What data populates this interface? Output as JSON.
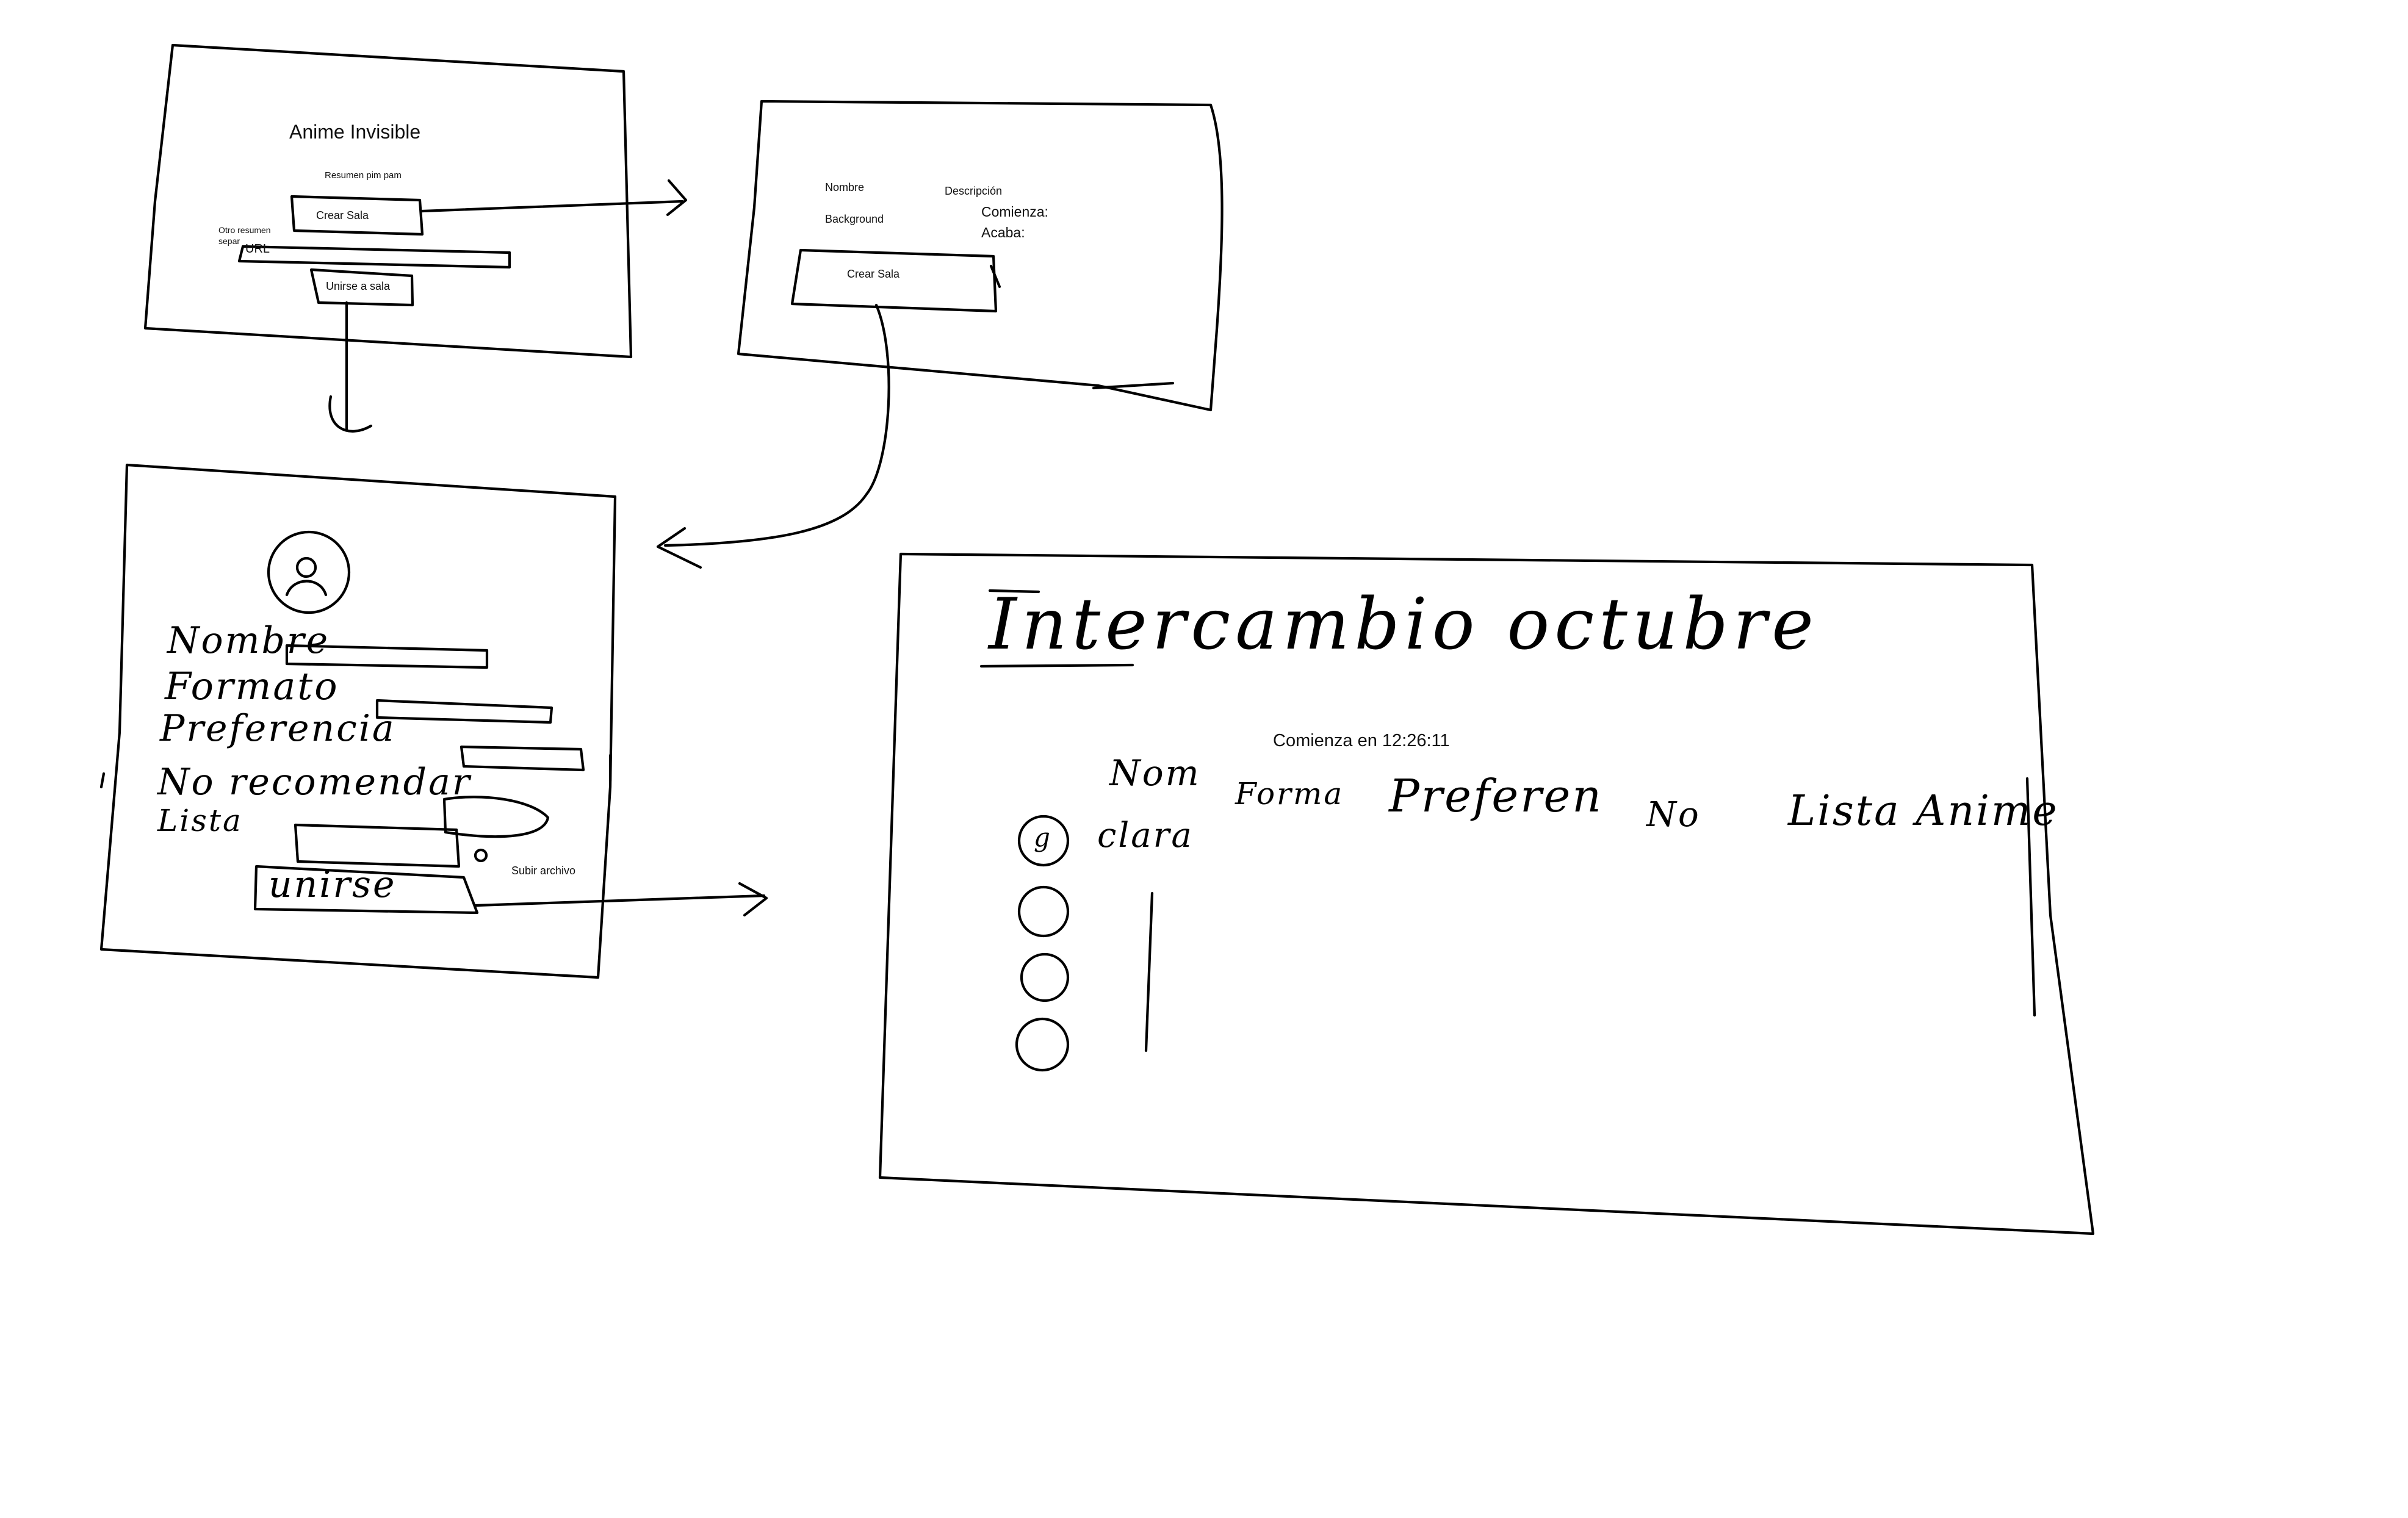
{
  "welcome_screen": {
    "title": "Anime Invisible",
    "summary": "Resumen pim pam",
    "create_button": "Crear Sala",
    "other_summary": "Otro resumen separ",
    "url_placeholder": "URL",
    "join_button": "Unirse a sala"
  },
  "create_room_screen": {
    "name_label": "Nombre",
    "description_label": "Descripción",
    "background_label": "Background",
    "starts_label": "Comienza:",
    "ends_label": "Acaba:",
    "create_button": "Crear Sala"
  },
  "join_form_screen": {
    "name_label": "Nombre",
    "format_label": "Formato",
    "preference_label": "Preferencia",
    "no_recommend_label": "No recomendar",
    "list_label": "Lista",
    "upload_label": "Subir archivo",
    "join_button": "unirse"
  },
  "exchange_screen": {
    "title": "Intercambio octubre",
    "countdown": "Comienza en 12:26:11",
    "columns": [
      "Nom",
      "Forma",
      "Preferen",
      "No",
      "Lista Anime"
    ],
    "rows": [
      {
        "name": "clara"
      }
    ]
  }
}
